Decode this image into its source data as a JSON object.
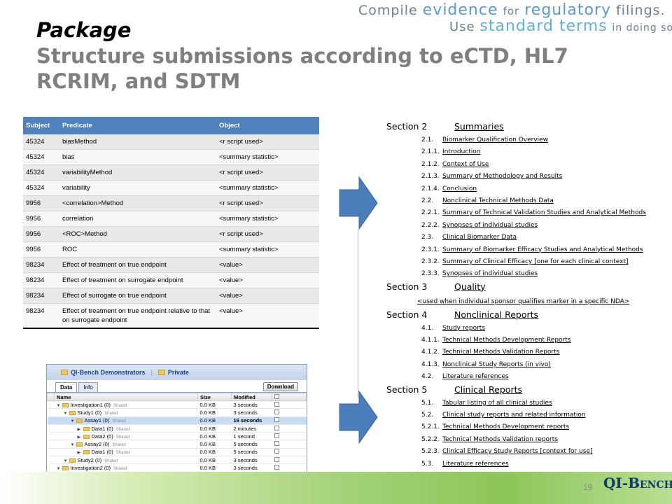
{
  "tagline": {
    "line1": {
      "word1": "Compile",
      "word2": "evidence",
      "word3": "for",
      "word4": "regulatory",
      "word5": "filings."
    },
    "line2": {
      "word1": "Use",
      "word2": "standard terms",
      "word3": "in doing so."
    }
  },
  "title": {
    "line1": "Package",
    "line2": "Structure submissions according to eCTD, HL7 RCRIM, and SDTM"
  },
  "triple_table": {
    "headers": [
      "Subject",
      "Predicate",
      "Object"
    ],
    "rows": [
      [
        "45324",
        "biasMethod",
        "<r script used>"
      ],
      [
        "45324",
        "bias",
        "<summary statistic>"
      ],
      [
        "45324",
        "variabilityMethod",
        "<r script used>"
      ],
      [
        "45324",
        "variability",
        "<summary statistic>"
      ],
      [
        "9956",
        "<correlation>Method",
        "<r script used>"
      ],
      [
        "9956",
        "correlation",
        "<summary statistic>"
      ],
      [
        "9956",
        "<ROC>Method",
        "<r script used>"
      ],
      [
        "9956",
        "ROC",
        "<summary statistic>"
      ],
      [
        "98234",
        "Effect of treatment on true endpoint",
        "<value>"
      ],
      [
        "98234",
        "Effect of treatment on surrogate endpoint",
        "<value>"
      ],
      [
        "98234",
        "Effect of surrogate on true endpoint",
        "<value>"
      ],
      [
        "98234",
        "Effect of treatment on true endpoint relative to that on surrogate endpoint",
        "<value>"
      ]
    ]
  },
  "outline": {
    "s2": {
      "num": "Section 2",
      "label": "Summaries"
    },
    "s2_items": [
      {
        "num": "2.1.",
        "label": "Biomarker Qualification Overview"
      },
      {
        "num": "2.1.1.",
        "label": "Introduction"
      },
      {
        "num": "2.1.2.",
        "label": "Context of Use"
      },
      {
        "num": "2.1.3.",
        "label": "Summary of Methodology and Results"
      },
      {
        "num": "2.1.4.",
        "label": "Conclusion"
      },
      {
        "num": "2.2.",
        "label": "Nonclinical Technical Methods Data"
      },
      {
        "num": "2.2.1.",
        "label": "Summary of Technical Validation Studies and Analytical Methods"
      },
      {
        "num": "2.2.2.",
        "label": "Synopses of individual studies"
      },
      {
        "num": "2.3.",
        "label": "Clinical Biomarker Data"
      },
      {
        "num": "2.3.1.",
        "label": "Summary of Biomarker Efficacy Studies and Analytical Methods"
      },
      {
        "num": "2.3.2.",
        "label": "Summary of Clinical Efficacy [one for each clinical context]"
      },
      {
        "num": "2.3.3.",
        "label": "Synopses of individual studies"
      }
    ],
    "s3": {
      "num": "Section 3",
      "label": "Quality"
    },
    "s3_note": "<used when individual sponsor qualifies marker in a specific NDA>",
    "s4": {
      "num": "Section 4",
      "label": "Nonclinical Reports"
    },
    "s4_items": [
      {
        "num": "4.1.",
        "label": "Study reports"
      },
      {
        "num": "4.1.1.",
        "label": "Technical Methods Development Reports"
      },
      {
        "num": "4.1.2.",
        "label": "Technical Methods Validation Reports"
      },
      {
        "num": "4.1.3.",
        "label": "Nonclinical Study Reports (in vivo)"
      },
      {
        "num": "4.2.",
        "label": "Literature references"
      }
    ],
    "s5": {
      "num": "Section 5",
      "label": "Clinical Reports"
    },
    "s5_items": [
      {
        "num": "5.1.",
        "label": "Tabular listing of all clinical studies"
      },
      {
        "num": "5.2.",
        "label": "Clinical study reports and related information"
      },
      {
        "num": "5.2.1.",
        "label": "Technical Methods Development reports"
      },
      {
        "num": "5.2.2.",
        "label": "Technical Methods Validation reports"
      },
      {
        "num": "5.2.3.",
        "label": "Clinical Efficacy Study Reports [context for use]"
      },
      {
        "num": "5.3.",
        "label": "Literature references"
      }
    ]
  },
  "panel": {
    "breadcrumb_app": "QI-Bench Demonstrators",
    "breadcrumb_folder": "Private",
    "tabs": [
      "Data",
      "Info"
    ],
    "download_label": "Download",
    "headers": [
      "Name",
      "Size",
      "Modified"
    ],
    "shared_label": "Shared",
    "rows": [
      {
        "indent": 0,
        "name": "Investigation1 (0)",
        "size": "0.0 KB",
        "modified": "3 seconds"
      },
      {
        "indent": 1,
        "name": "Study1 (0)",
        "size": "0.0 KB",
        "modified": "3 seconds"
      },
      {
        "indent": 2,
        "name": "Assay1 (0)",
        "size": "0.0 KB",
        "modified": "16 seconds"
      },
      {
        "indent": 3,
        "name": "Data1 (0)",
        "size": "0.0 KB",
        "modified": "2 minutes"
      },
      {
        "indent": 3,
        "name": "Data2 (0)",
        "size": "0.0 KB",
        "modified": "1 second"
      },
      {
        "indent": 2,
        "name": "Assay2 (0)",
        "size": "0.0 KB",
        "modified": "5 seconds"
      },
      {
        "indent": 3,
        "name": "Data1 (0)",
        "size": "0.0 KB",
        "modified": "5 seconds"
      },
      {
        "indent": 1,
        "name": "Study2 (0)",
        "size": "0.0 KB",
        "modified": "3 seconds"
      },
      {
        "indent": 0,
        "name": "Investigation2 (0)",
        "size": "0.0 KB",
        "modified": "3 seconds"
      }
    ]
  },
  "footer": {
    "page_number": "19",
    "logo_main": "QI-B",
    "logo_small": "ENCH"
  },
  "colors": {
    "table_header": "#4f81bd",
    "arrow_fill": "#4a7ebb",
    "title_gray": "#7f7f7f",
    "footer_green": "#8cc559"
  }
}
